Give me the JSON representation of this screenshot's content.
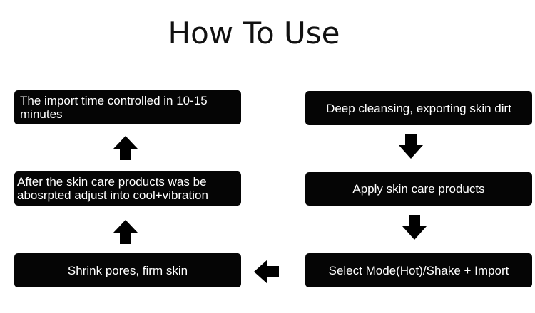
{
  "title": "How To Use",
  "steps": {
    "s1": "Deep cleansing, exporting skin dirt",
    "s2": "Apply skin care products",
    "s3": "Select Mode(Hot)/Shake + Import",
    "s4": "Shrink pores, firm skin",
    "s5": "After the skin care products was be abosrpted adjust into cool+vibration",
    "s6": "The import time controlled in 10-15 minutes"
  },
  "icons": {
    "down": "arrow-down-icon",
    "left": "arrow-left-icon",
    "up": "arrow-up-icon"
  },
  "colors": {
    "box": "#050505",
    "text": "#ffffff",
    "arrow": "#000000"
  }
}
